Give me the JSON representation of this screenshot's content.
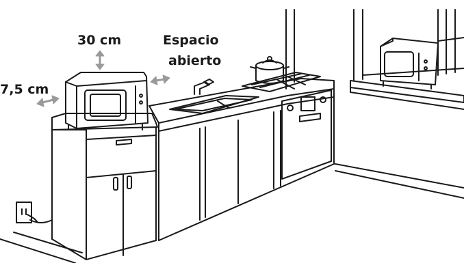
{
  "labels": {
    "top_clearance": "30 cm",
    "side_clearance": "7,5 cm",
    "open_space_line1": "Espacio",
    "open_space_line2": "abierto"
  },
  "colors": {
    "line": "#1a1a1a",
    "arrow": "#9a9a9a",
    "background": "#ffffff"
  }
}
